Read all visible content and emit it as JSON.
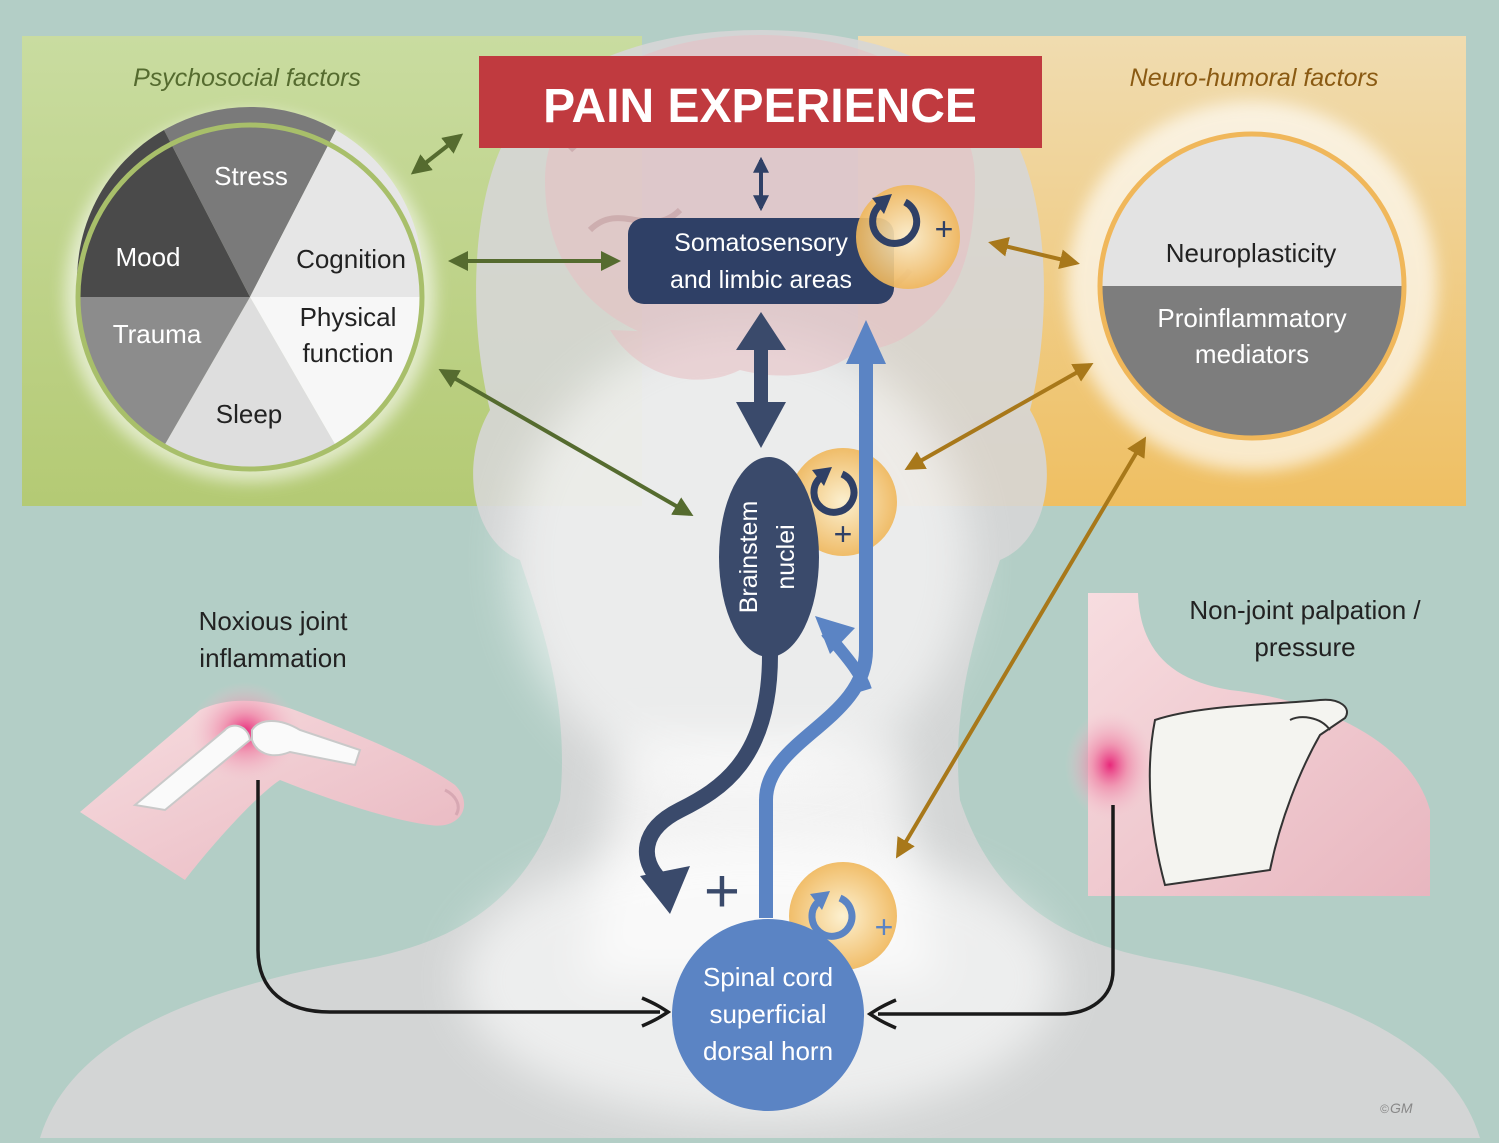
{
  "title": "PAIN EXPERIENCE",
  "psychosocial": {
    "heading": "Psychosocial factors",
    "segments": {
      "stress": "Stress",
      "cognition": "Cognition",
      "physical_line1": "Physical",
      "physical_line2": "function",
      "sleep": "Sleep",
      "trauma": "Trauma",
      "mood": "Mood"
    }
  },
  "neurohumoral": {
    "heading": "Neuro-humoral factors",
    "top": "Neuroplasticity",
    "bottom_line1": "Proinflammatory",
    "bottom_line2": "mediators"
  },
  "somatosensory": {
    "line1": "Somatosensory",
    "line2": "and limbic areas"
  },
  "brainstem": {
    "line1": "Brainstem",
    "line2": "nuclei"
  },
  "spinal": {
    "line1": "Spinal cord",
    "line2": "superficial",
    "line3": "dorsal horn"
  },
  "noxious": {
    "line1": "Noxious joint",
    "line2": "inflammation"
  },
  "nonjoint": {
    "line1": "Non-joint palpation /",
    "line2": "pressure"
  },
  "plus_sign": "+",
  "copyright": "©",
  "signature": "GM",
  "colors": {
    "green": "#556b2f",
    "orange": "#a8781a",
    "navy": "#3a4a6b",
    "blue": "#5b84c4",
    "red": "#c03a3f"
  }
}
